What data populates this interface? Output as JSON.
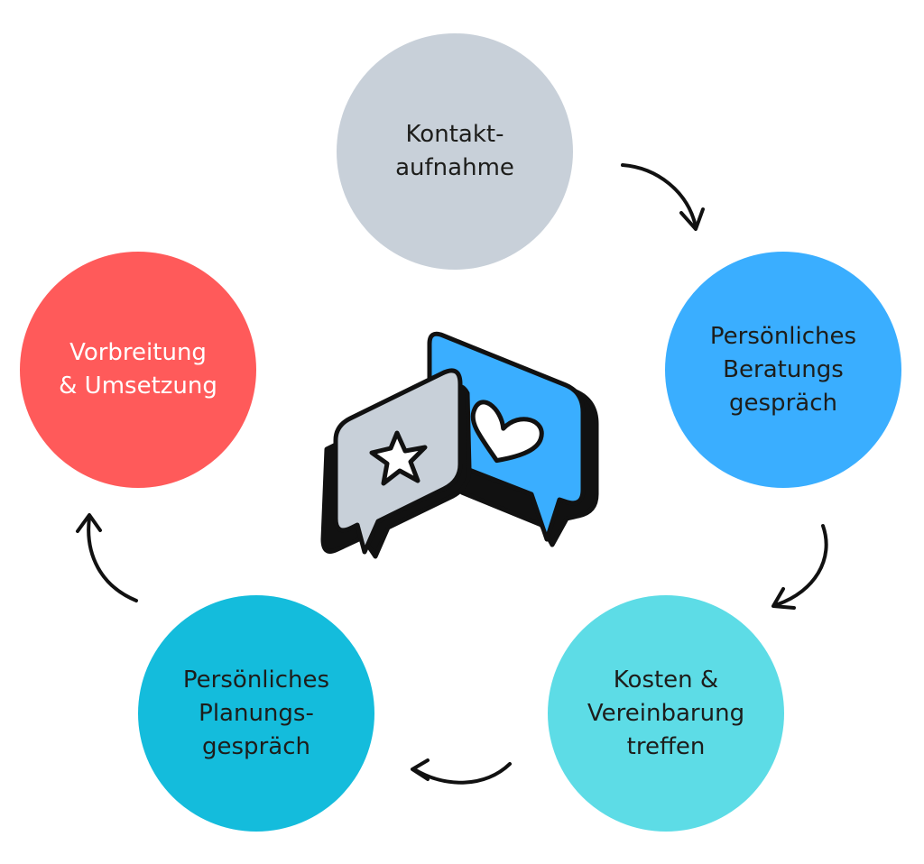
{
  "diagram": {
    "steps": [
      {
        "lines": [
          "Kontakt-",
          "aufnahme"
        ],
        "color": "#c8d0d9"
      },
      {
        "lines": [
          "Persönliches",
          "Beratungs",
          "gespräch"
        ],
        "color": "#3aaeff"
      },
      {
        "lines": [
          "Kosten &",
          "Vereinbarung",
          "treffen"
        ],
        "color": "#5ddce6"
      },
      {
        "lines": [
          "Persönliches",
          "Planungs-",
          "gespräch"
        ],
        "color": "#14bcdc"
      },
      {
        "lines": [
          "Vorbreitung",
          "& Umsetzung"
        ],
        "color": "#ff5a5a"
      }
    ],
    "center_icon": {
      "name": "chat-bubbles-icon",
      "left_bubble_color": "#c8d0d9",
      "right_bubble_color": "#3aaeff",
      "left_symbol": "star-icon",
      "right_symbol": "heart-icon"
    },
    "arrow_color": "#111111"
  }
}
